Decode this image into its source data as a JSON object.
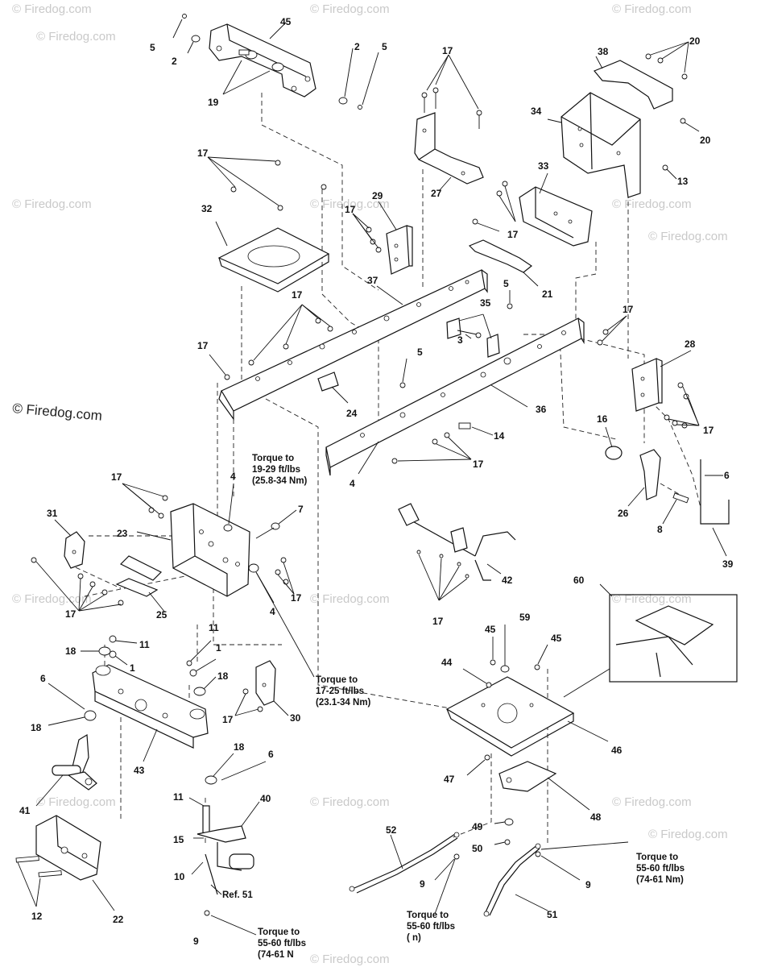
{
  "watermarks": {
    "small": "© Firedog.com",
    "main": "© Firedog.com"
  },
  "callouts": {
    "c5a": "5",
    "c2a": "2",
    "c45a": "45",
    "c19": "19",
    "c2b": "2",
    "c5b": "5",
    "c17a": "17",
    "c27": "27",
    "c38": "38",
    "c20a": "20",
    "c34": "34",
    "c20b": "20",
    "c17b": "17",
    "c32": "32",
    "c29": "29",
    "c17c": "17",
    "c33": "33",
    "c13": "13",
    "c17d": "17",
    "c21": "21",
    "c37": "37",
    "c17e": "17",
    "c35": "35",
    "c5c": "5",
    "c17f": "17",
    "c3": "3",
    "c5d": "5",
    "c28": "28",
    "c17g": "17",
    "c24": "24",
    "c36": "36",
    "c17h": "17",
    "c14": "14",
    "c17i": "17",
    "c4a": "4",
    "c16": "16",
    "c6a": "6",
    "c26": "26",
    "c8": "8",
    "c39": "39",
    "c17j": "17",
    "c4b": "4",
    "c7": "7",
    "c31": "31",
    "c23": "23",
    "c42": "42",
    "c17k": "17",
    "c25": "25",
    "c17l": "17",
    "c4c": "4",
    "c17m": "17",
    "c60": "60",
    "c11a": "11",
    "c18a": "18",
    "c1a": "1",
    "c11b": "11",
    "c1b": "1",
    "c18b": "18",
    "c45b": "45",
    "c59": "59",
    "c45c": "45",
    "c44": "44",
    "c6b": "6",
    "c18c": "18",
    "c17n": "17",
    "c30": "30",
    "c46": "46",
    "c43": "43",
    "c18d": "18",
    "c6c": "6",
    "c47": "47",
    "c41": "41",
    "c11c": "11",
    "c40": "40",
    "c48": "48",
    "c15": "15",
    "c52": "52",
    "c49": "49",
    "c50": "50",
    "c10": "10",
    "c9a": "9",
    "c9b": "9",
    "c51a": "51",
    "c12": "12",
    "c22": "22",
    "c9c": "9"
  },
  "notes": {
    "t1": [
      "Torque to",
      "19-29 ft/lbs",
      "(25.8-34 Nm)"
    ],
    "t2": [
      "Torque to",
      "17-25 ft/lbs",
      "(23.1-34 Nm)"
    ],
    "t3": [
      "Torque to",
      "55-60 ft/lbs",
      "(74-61 Nm)"
    ],
    "t4": [
      "Torque to",
      "55-60 ft/lbs",
      "(74-61 N"
    ],
    "t5": [
      "Torque to",
      "55-60 ft/lbs",
      "(    n)"
    ],
    "ref": "Ref. 51"
  }
}
